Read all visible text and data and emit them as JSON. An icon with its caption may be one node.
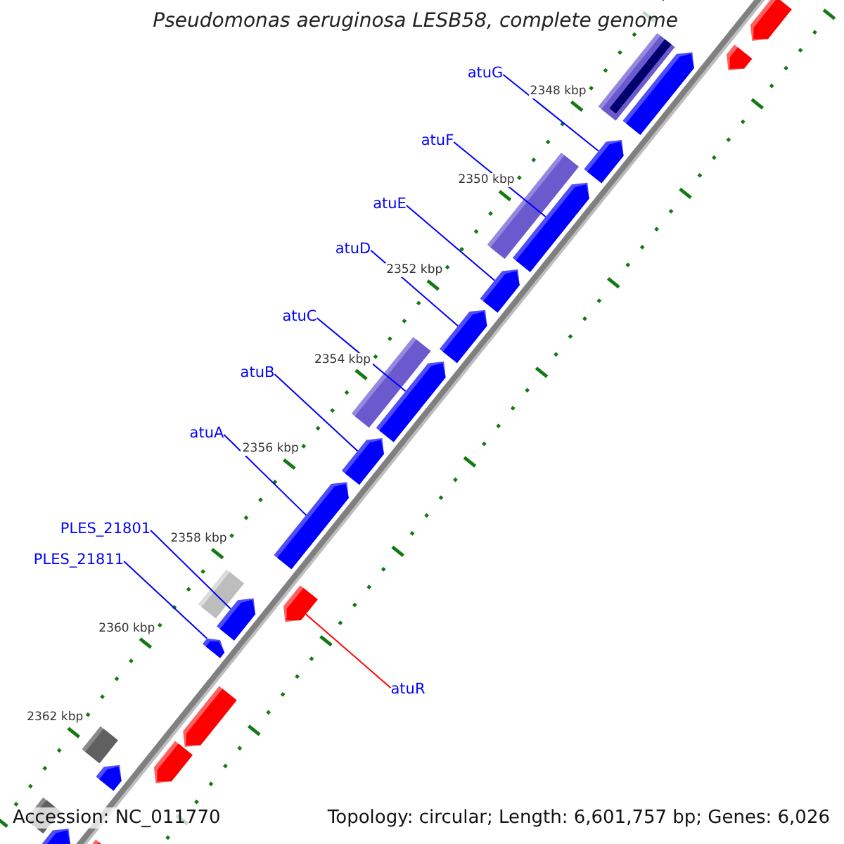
{
  "diagram": {
    "title": "Pseudomonas aeruginosa LESB58, complete genome",
    "nodes": [
      {
        "text": [
          "atuG"
        ]
      },
      {
        "text": [
          "atuF"
        ]
      },
      {
        "text": [
          "atuE"
        ]
      },
      {
        "text": [
          "atuD"
        ]
      },
      {
        "text": [
          "atuC"
        ]
      },
      {
        "text": [
          "atuB"
        ]
      },
      {
        "text": [
          "atuA"
        ]
      },
      {
        "text": [
          "PLES_21801"
        ]
      },
      {
        "text": [
          "PLES_21811"
        ]
      },
      {
        "text": [
          "atuR"
        ]
      },
      {
        "text": [],
        "shape": "pentagon"
      },
      {
        "text": [],
        "shape": "pentagon"
      },
      {
        "text": [],
        "shape": "pentagon"
      },
      {
        "text": [],
        "shape": "bar"
      },
      {
        "text": [],
        "shape": "pentagon"
      },
      {
        "text": [],
        "shape": "bar"
      },
      {
        "text": [],
        "shape": "pentagon"
      },
      {
        "text": [],
        "shape": "pentagon"
      },
      {
        "text": [],
        "shape": "pentagon"
      },
      {
        "text": [],
        "shape": "bar"
      },
      {
        "text": [],
        "shape": "pentagon"
      },
      {
        "text": [],
        "shape": "pentagon"
      },
      {
        "text": [],
        "shape": "pentagon"
      },
      {
        "text": [],
        "shape": "pentagon"
      },
      {
        "text": [],
        "shape": "bar"
      },
      {
        "text": [],
        "shape": "pentagon"
      },
      {
        "text": [],
        "shape": "pentagon"
      },
      {
        "text": [],
        "shape": "pentagon"
      },
      {
        "text": [],
        "shape": "pentagon"
      },
      {
        "text": [],
        "shape": "bar"
      },
      {
        "text": [],
        "shape": "pentagon"
      },
      {
        "text": [],
        "shape": "bar"
      },
      {
        "text": [],
        "shape": "pentagon"
      },
      {
        "text": [],
        "shape": "pentagon"
      }
    ],
    "edges": [
      {
        "from": 0,
        "to": 14,
        "arrow": "none"
      },
      {
        "from": 1,
        "to": 16,
        "arrow": "none"
      },
      {
        "from": 2,
        "to": 17,
        "arrow": "none"
      },
      {
        "from": 3,
        "to": 18,
        "arrow": "none"
      },
      {
        "from": 4,
        "to": 20,
        "arrow": "none"
      },
      {
        "from": 5,
        "to": 21,
        "arrow": "none"
      },
      {
        "from": 6,
        "to": 22,
        "arrow": "none"
      },
      {
        "from": 7,
        "to": 25,
        "arrow": "none"
      },
      {
        "from": 8,
        "to": 26,
        "arrow": "none"
      },
      {
        "from": 9,
        "to": 23,
        "arrow": "none",
        "color": "#ff0000"
      }
    ],
    "labels": [
      "2348 kbp",
      "2350 kbp",
      "2352 kbp",
      "2354 kbp",
      "2356 kbp",
      "2358 kbp",
      "2360 kbp",
      "2362 kbp",
      "Accession: NC_011770",
      "Topology: circular; Length: 6,601,757 bp; Genes: 6,026"
    ]
  }
}
